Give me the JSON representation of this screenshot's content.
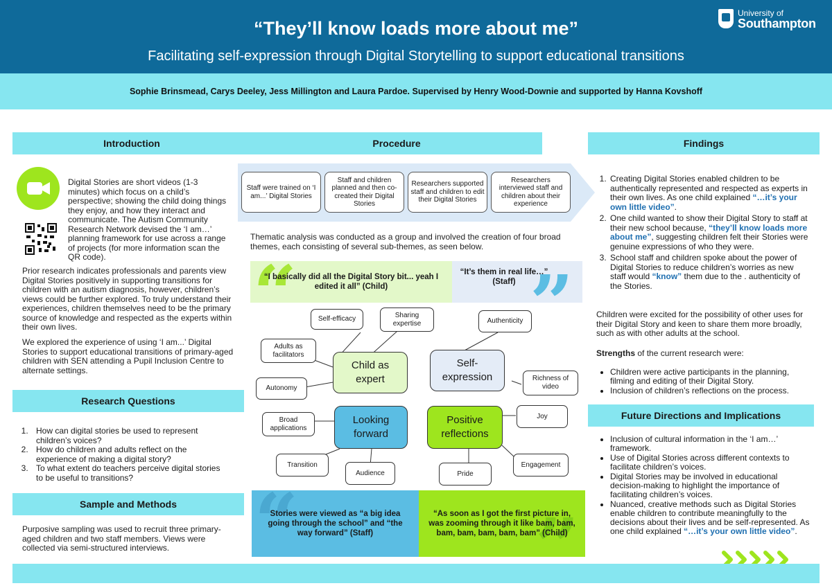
{
  "header": {
    "title": "“They’ll know loads more about me”",
    "subtitle": "Facilitating self-expression through Digital Storytelling to support educational transitions",
    "logo_line1": "University of",
    "logo_line2": "Southampton",
    "authors": "Sophie Brinsmead, Carys Deeley, Jess Millington and Laura Pardoe. Supervised by Henry Wood-Downie and supported by Hanna Kovshoff"
  },
  "sections": {
    "introduction": "Introduction",
    "procedure": "Procedure",
    "findings": "Findings",
    "research_questions": "Research Questions",
    "sample_methods": "Sample and Methods",
    "future": "Future Directions and Implications"
  },
  "intro": {
    "p1": "Digital Stories are short videos (1-3 minutes) which focus on a child’s perspective; showing the child doing things they enjoy, and how they interact and communicate. The Autism Community Research Network devised the ‘I am…’ planning framework for use across a range of projects (for more information scan the QR code).",
    "p2": "Prior research indicates professionals and parents view Digital Stories positively in supporting transitions for children with an autism diagnosis, however, children’s views could be further explored. To truly understand their experiences, children themselves need to be the primary source of knowledge and respected as the experts within their own lives.",
    "p3": "We explored the experience of using ‘I am...’ Digital Stories to support educational transitions of primary-aged children with SEN attending a Pupil Inclusion Centre  to alternate settings."
  },
  "research_questions": [
    "How can digital stories be used to represent children’s voices?",
    "How do children and adults reflect on the experience of making a digital story?",
    "To what extent do teachers perceive digital stories to be useful to transitions?"
  ],
  "sample": "Purposive sampling was used to recruit three primary-aged children and two staff members. Views were collected via semi-structured interviews.",
  "procedure": {
    "steps": [
      "Staff were trained on ‘I am...’ Digital Stories",
      "Staff and children planned and then co-created their Digital Stories",
      "Researchers supported staff and children to edit their Digital Stories",
      "Researchers interviewed staff and children about their experience"
    ],
    "thematic": "Thematic analysis was conducted as a group and involved the creation of four broad themes, each consisting of several sub-themes, as seen below."
  },
  "quotes": {
    "q1": "“I basically did all the Digital Story bit... yeah I edited it all” (Child)",
    "q2": "“It’s them in real life…” (Staff)",
    "q3": "Stories were viewed as “a big idea going through the school” and “the way forward” (Staff)",
    "q4": "“As soon as I got the first picture in, was zooming through it like bam, bam, bam, bam, bam, bam, bam” (Child)"
  },
  "mindmap": {
    "themes": {
      "child_expert": "Child as expert",
      "self_expression": "Self-expression",
      "looking_forward": "Looking forward",
      "positive_reflections": "Positive reflections"
    },
    "subthemes": {
      "self_efficacy": "Self-efficacy",
      "sharing_expertise": "Sharing expertise",
      "adults_facilitators": "Adults as facilitators",
      "autonomy": "Autonomy",
      "authenticity": "Authenticity",
      "richness_video": "Richness of video",
      "broad_applications": "Broad applications",
      "transition": "Transition",
      "audience": "Audience",
      "joy": "Joy",
      "engagement": "Engagement",
      "pride": "Pride"
    },
    "colors": {
      "child_expert": "#e3f8c9",
      "self_expression": "#e4ecf7",
      "looking_forward": "#5bbde3",
      "positive_reflections": "#9ee51e"
    }
  },
  "findings": {
    "f1a": "Creating Digital Stories enabled children to be authentically represented and respected as experts in their own lives. As one child explained ",
    "f1q": "“…it’s your own little video”",
    "f1b": ".",
    "f2a": "One child wanted to show their Digital Story to staff at their new school because, ",
    "f2q": "“they’ll know loads more about me”",
    "f2b": ", suggesting children felt their Stories were genuine expressions of who they were.",
    "f3a": "School staff and children spoke about the power of Digital Stories to reduce children’s worries as new staff would ",
    "f3q": "“know”",
    "f3b": " them due to the . authenticity of the Stories.",
    "excited": "Children were excited for the possibility of other uses for their Digital Story and keen to share them more broadly, such as with other adults at the school.",
    "strengths_bold": "Strengths",
    "strengths_rest": " of the current research were:",
    "strengths": [
      "Children were active participants in the planning, filming and editing of their Digital Story.",
      "Inclusion of children’s reflections on the process."
    ]
  },
  "future": {
    "items": [
      "Inclusion of cultural information in the ‘I am…’ framework.",
      "Use of Digital Stories across different contexts to facilitate children’s voices.",
      "Digital Stories may be involved in educational decision-making to highlight the importance of facilitating children’s voices."
    ],
    "last_a": "Nuanced, creative methods such as Digital Stories enable children to contribute meaningfully to the decisions about their lives and be self-represented. As one child explained ",
    "last_q": "“…it’s your own little video”",
    "last_b": "."
  },
  "icons": {
    "video": "video-camera-icon",
    "qr": "qr-code-icon",
    "chevrons": "chevron-right-icon"
  },
  "palette": {
    "navy": "#0f6a9a",
    "cyan": "#86e6f0",
    "lime": "#9ee51e",
    "blue": "#5bbde3"
  }
}
